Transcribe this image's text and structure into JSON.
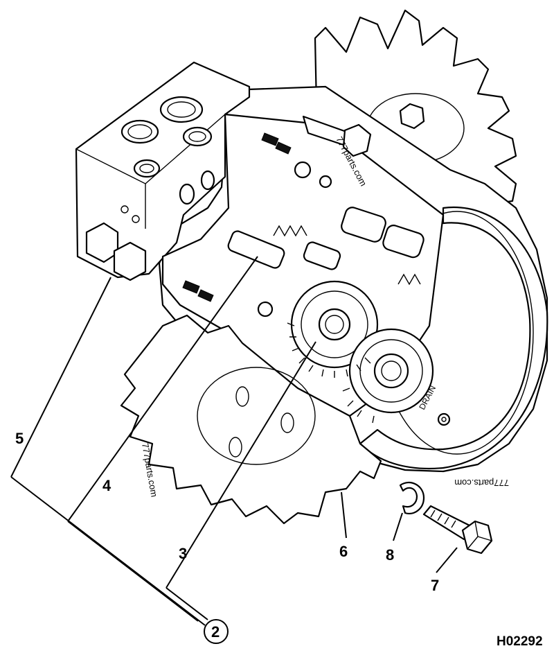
{
  "figure_id": "H02292",
  "label_drain": "DRAIN",
  "watermarks": [
    "777parts.com",
    "777parts.com",
    "777parts.com"
  ],
  "callouts": [
    {
      "id": "5",
      "text": "5"
    },
    {
      "id": "4",
      "text": "4"
    },
    {
      "id": "3",
      "text": "3"
    },
    {
      "id": "6",
      "text": "6"
    },
    {
      "id": "8",
      "text": "8"
    },
    {
      "id": "7",
      "text": "7"
    },
    {
      "id": "2",
      "text": "2",
      "circled": true
    }
  ]
}
